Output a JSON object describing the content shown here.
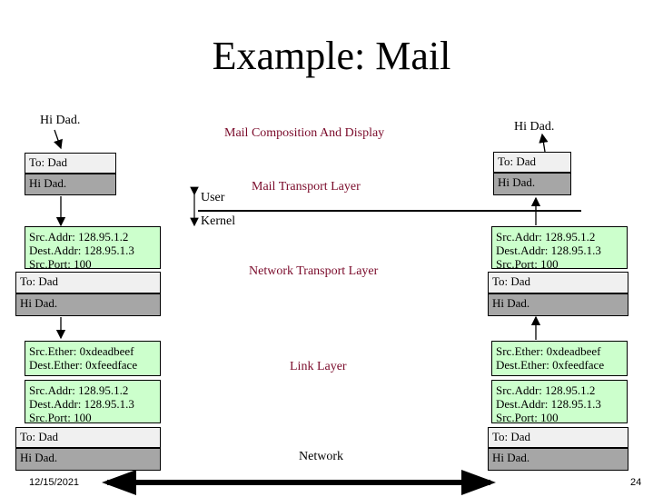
{
  "title": "Example: Mail",
  "sender": {
    "message_label": "Hi Dad.",
    "header_to": "To: Dad",
    "header_body": "Hi Dad.",
    "net_headers": [
      "Src.Addr: 128.95.1.2",
      "Dest.Addr: 128.95.1.3",
      "Src.Port: 100"
    ],
    "net_to": "To: Dad",
    "net_body": "Hi Dad.",
    "ether_headers": [
      "Src.Ether: 0xdeadbeef",
      "Dest.Ether: 0xfeedface"
    ],
    "link_net_headers": [
      "Src.Addr: 128.95.1.2",
      "Dest.Addr: 128.95.1.3",
      "Src.Port: 100"
    ],
    "link_to": "To: Dad",
    "link_body": "Hi Dad."
  },
  "receiver": {
    "message_label": "Hi Dad.",
    "header_to": "To: Dad",
    "header_body": "Hi Dad.",
    "net_headers": [
      "Src.Addr: 128.95.1.2",
      "Dest.Addr: 128.95.1.3",
      "Src.Port: 100"
    ],
    "net_to": "To: Dad",
    "net_body": "Hi Dad.",
    "ether_headers": [
      "Src.Ether: 0xdeadbeef",
      "Dest.Ether: 0xfeedface"
    ],
    "link_net_headers": [
      "Src.Addr: 128.95.1.2",
      "Dest.Addr: 128.95.1.3",
      "Src.Port: 100"
    ],
    "link_to": "To: Dad",
    "link_body": "Hi Dad."
  },
  "layers": {
    "mail_composition": "Mail Composition And Display",
    "mail_transport": "Mail Transport Layer",
    "network_transport": "Network Transport Layer",
    "link": "Link Layer",
    "network": "Network"
  },
  "boundary": {
    "user": "User",
    "kernel": "Kernel"
  },
  "footer": {
    "date": "12/15/2021",
    "page": "24"
  },
  "colors": {
    "layer_text": "#7a0a2a",
    "header_fill": "#ccffcc",
    "body_fill": "#a6a6a6",
    "to_fill": "#f0f0f0"
  }
}
